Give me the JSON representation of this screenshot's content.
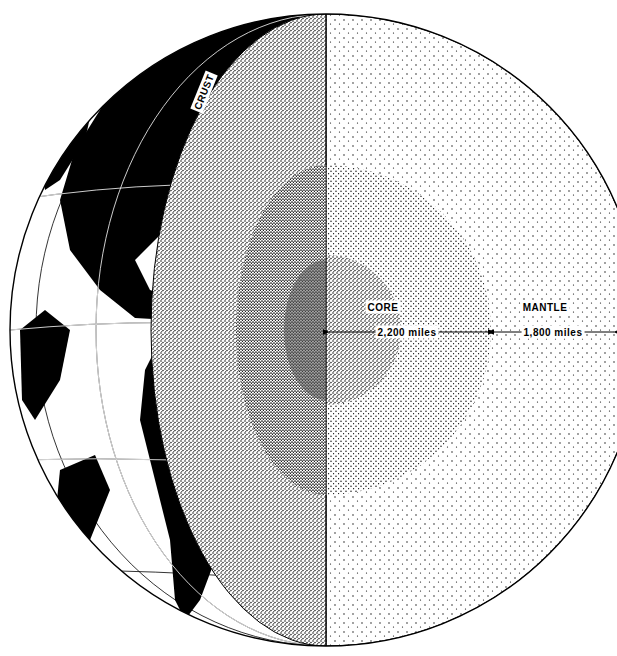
{
  "diagram": {
    "labels": [
      "CRUST",
      "CORE",
      "MANTLE",
      "2,200 miles",
      "1,800 miles"
    ]
  }
}
